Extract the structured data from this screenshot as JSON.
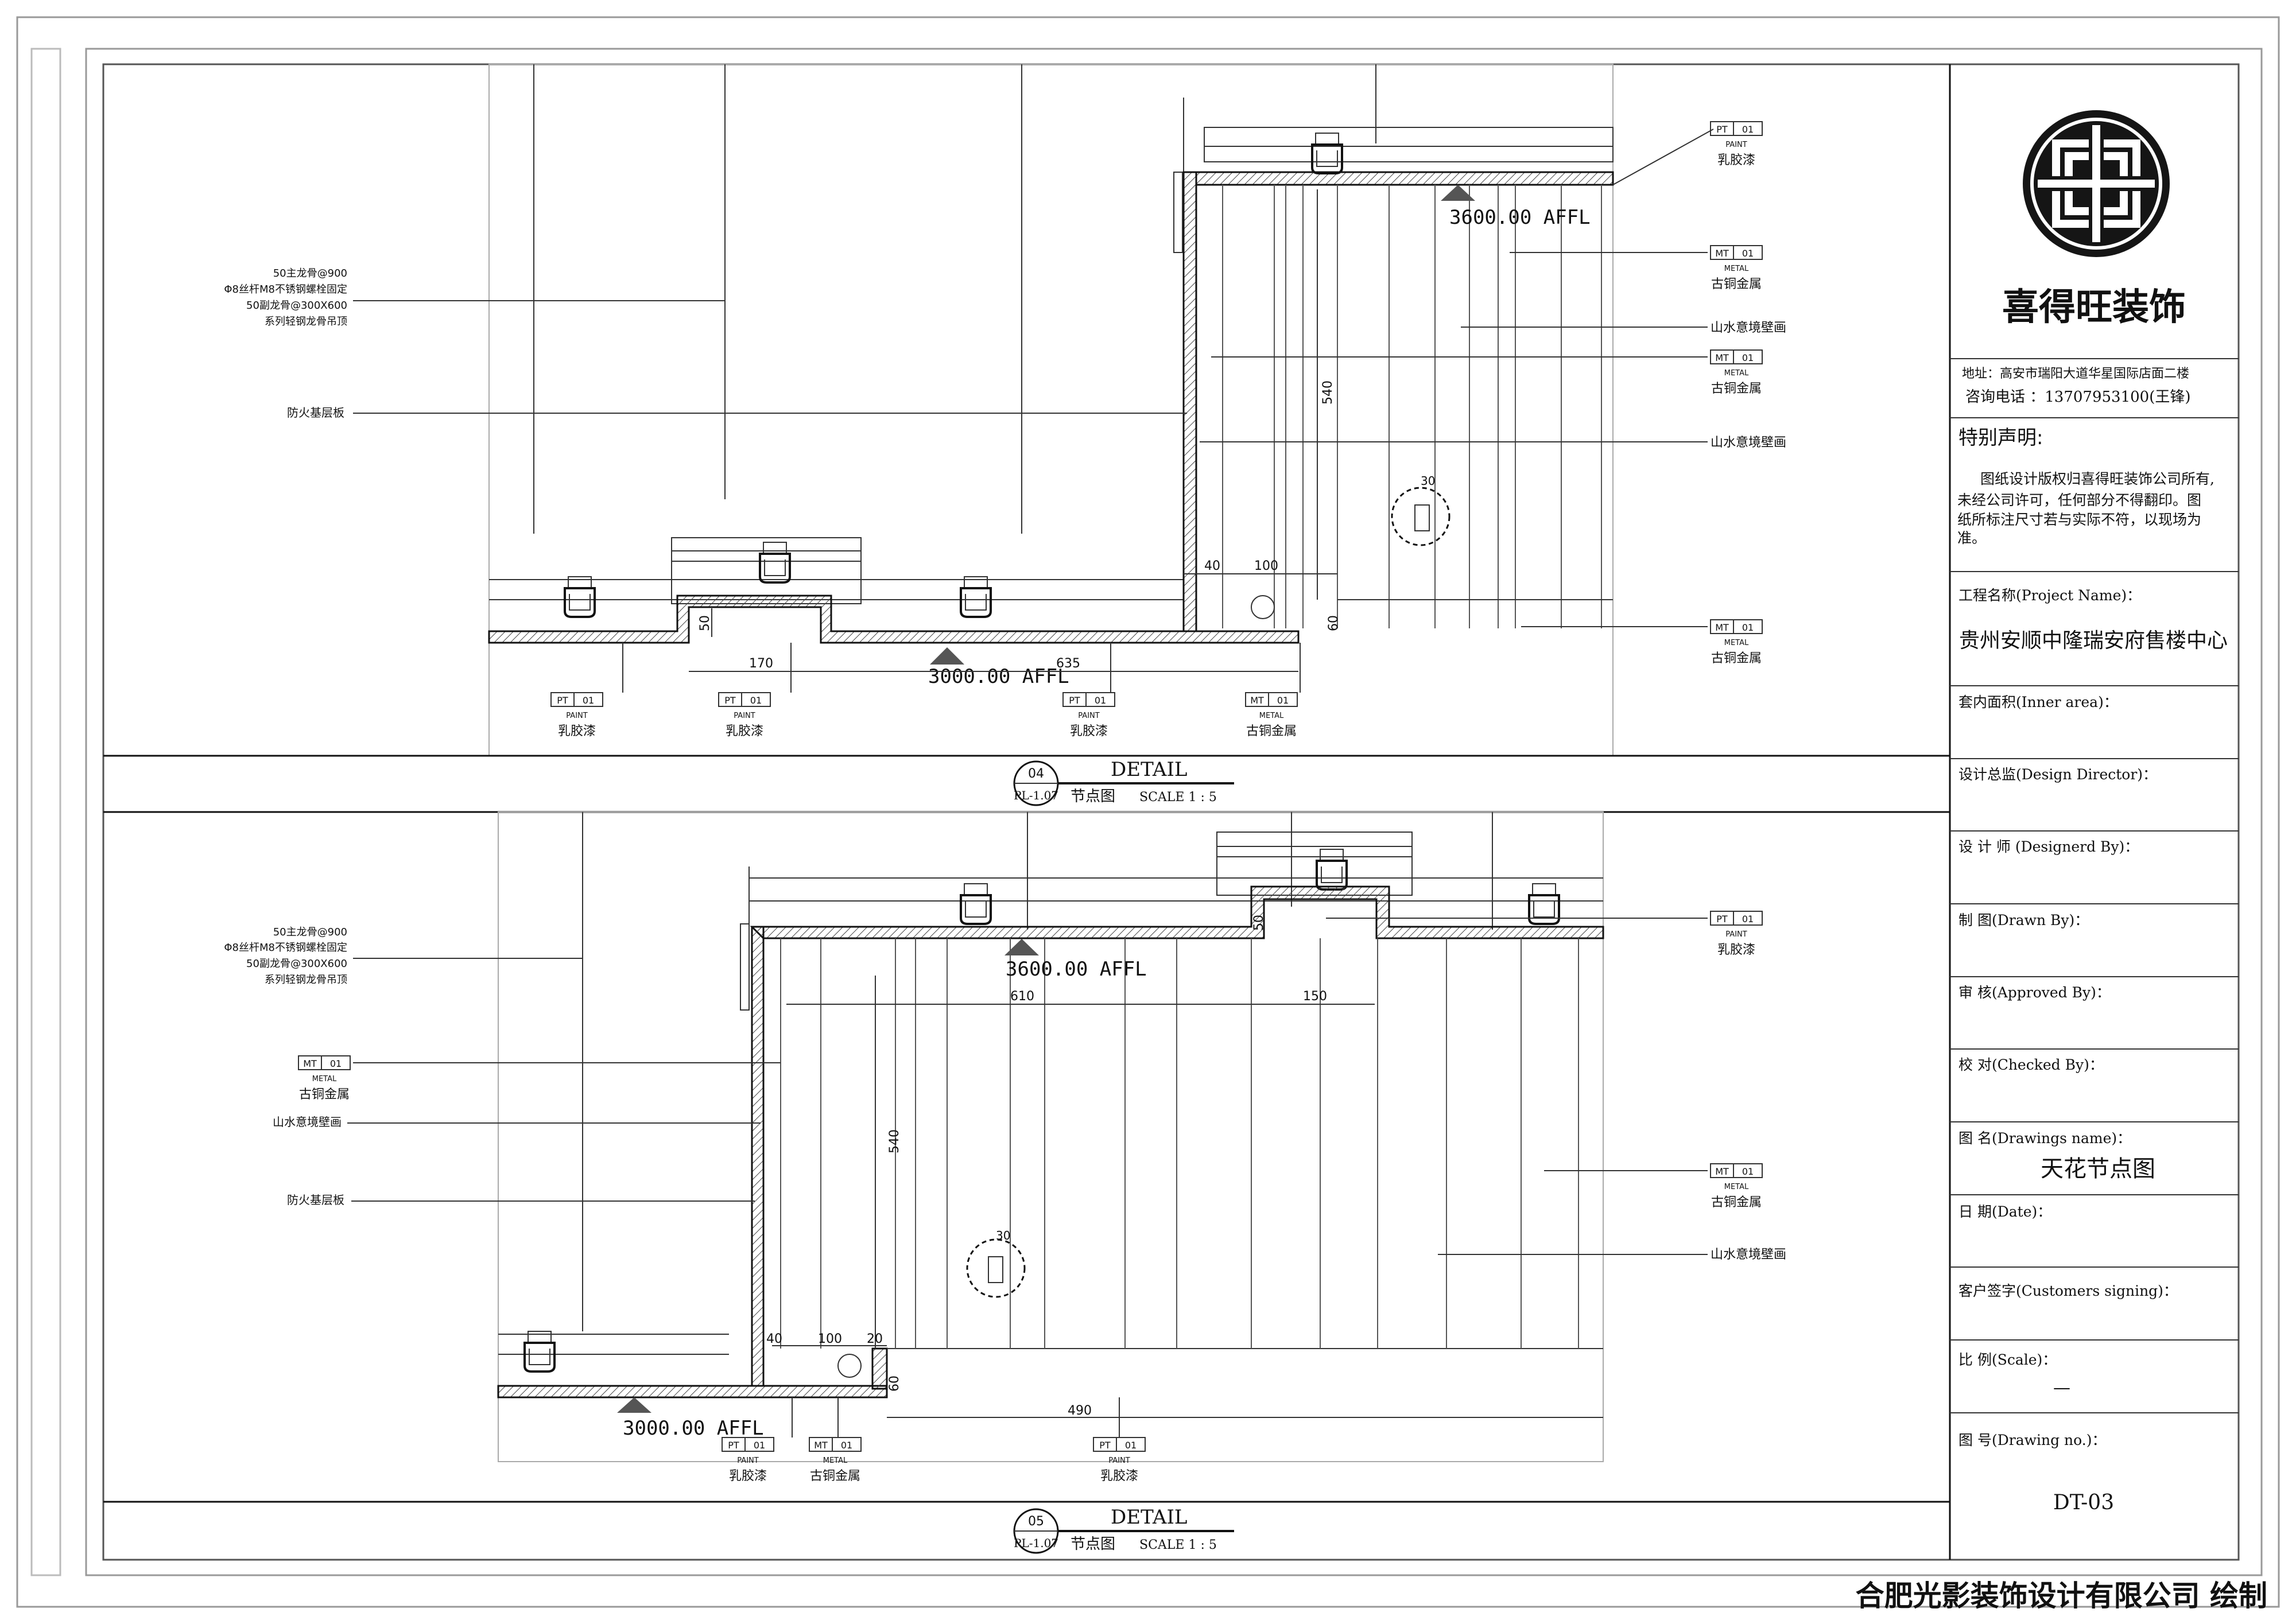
{
  "company": {
    "name": "喜得旺装饰",
    "address": "地址：高安市瑞阳大道华星国际店面二楼",
    "phone": "咨询电话 ：13707953100(王锋)"
  },
  "notice": {
    "title": "特别声明:",
    "body_lines": [
      "图纸设计版权归喜得旺装饰公司所有,",
      "未经公司许可，任何部分不得翻印。图",
      "纸所标注尺寸若与实际不符，以现场为",
      "准。"
    ]
  },
  "title_block": {
    "project_label": "工程名称(Project Name)：",
    "project_value": "贵州安顺中隆瑞安府售楼中心",
    "area_label": "套内面积(Inner area)：",
    "director_label": "设计总监(Design Director)：",
    "designer_label": "设  计  师  (Designerd By)：",
    "drawn_label": "制    图(Drawn By)：",
    "approved_label": "审    核(Approved By)：",
    "checked_label": "校    对(Checked By)：",
    "drawing_name_label": "图    名(Drawings name)：",
    "drawing_name_value": "天花节点图",
    "date_label": "日    期(Date)：",
    "customer_label": "客户签字(Customers signing)：",
    "scale_label": "比    例(Scale)：",
    "scale_value": "—",
    "drawing_no_label": "图    号(Drawing no.)：",
    "drawing_no_value": "DT-03"
  },
  "footer": "合肥光影装饰设计有限公司 绘制",
  "detail1": {
    "num": "04",
    "sheet": "PL-1.07",
    "title": "DETAIL",
    "subtitle": "节点图",
    "scale": "SCALE 1 : 5",
    "labels": {
      "hanger": [
        "50主龙骨@900",
        "Φ8丝杆M8不锈钢螺栓固定",
        "50副龙骨@300X600",
        "系列轻钢龙骨吊顶"
      ],
      "board": "防火基层板",
      "mural": "山水意境壁画"
    },
    "elevations": {
      "upper": "3600.00 AFFL",
      "lower": "3000.00 AFFL"
    },
    "dims": {
      "h540": "540",
      "d40": "40",
      "d100": "100",
      "d50": "50",
      "d170": "170",
      "d635": "635",
      "d60": "60",
      "d30": "30"
    }
  },
  "detail2": {
    "num": "05",
    "sheet": "PL-1.07",
    "title": "DETAIL",
    "subtitle": "节点图",
    "scale": "SCALE 1 : 5",
    "labels": {
      "hanger": [
        "50主龙骨@900",
        "Φ8丝杆M8不锈钢螺栓固定",
        "50副龙骨@300X600",
        "系列轻钢龙骨吊顶"
      ],
      "board": "防火基层板",
      "mural": "山水意境壁画"
    },
    "elevations": {
      "upper": "3600.00 AFFL",
      "lower": "3000.00 AFFL"
    },
    "dims": {
      "h540": "540",
      "d610": "610",
      "d150": "150",
      "d50": "50",
      "d40": "40",
      "d100": "100",
      "d20": "20",
      "d490": "490",
      "d60": "60",
      "d30": "30"
    }
  },
  "tags": {
    "pt": "PT",
    "mt": "MT",
    "no": "01",
    "paint": "PAINT",
    "metal": "METAL",
    "paint_cn": "乳胶漆",
    "metal_cn": "古铜金属"
  }
}
